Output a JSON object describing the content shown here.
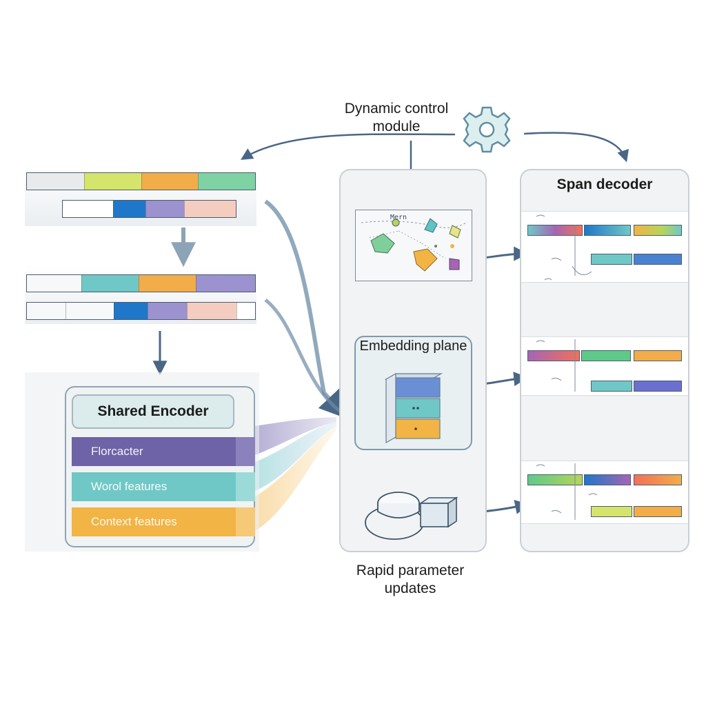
{
  "labels": {
    "control_module": "Dynamic control module",
    "rapid_updates": "Rapid parameter updates",
    "shared_encoder": "Shared Encoder",
    "embedding_plane": "Embedding plane",
    "span_decoder": "Span decoder"
  },
  "encoder_layers": [
    {
      "label": "Florcacter",
      "color": "#6d63a6",
      "side": "#8a81bd"
    },
    {
      "label": "Worol features",
      "color": "#6fc8c6",
      "side": "#9bdad7"
    },
    {
      "label": "Context features",
      "color": "#f2b444",
      "side": "#f5c978"
    }
  ],
  "scatter_label": "Mern",
  "icons": {
    "gear": "gear-icon",
    "disk": "disk-icon",
    "cube": "cube-icon"
  },
  "colors": {
    "arrow": "#496784",
    "accent_teal": "#6fc8c6",
    "accent_orange": "#f2ad49",
    "accent_purple": "#9c92cf",
    "accent_blue": "#1f77c9",
    "accent_lime": "#d5e46b",
    "accent_green": "#7fd2a4",
    "accent_pink": "#f5cdc0"
  }
}
